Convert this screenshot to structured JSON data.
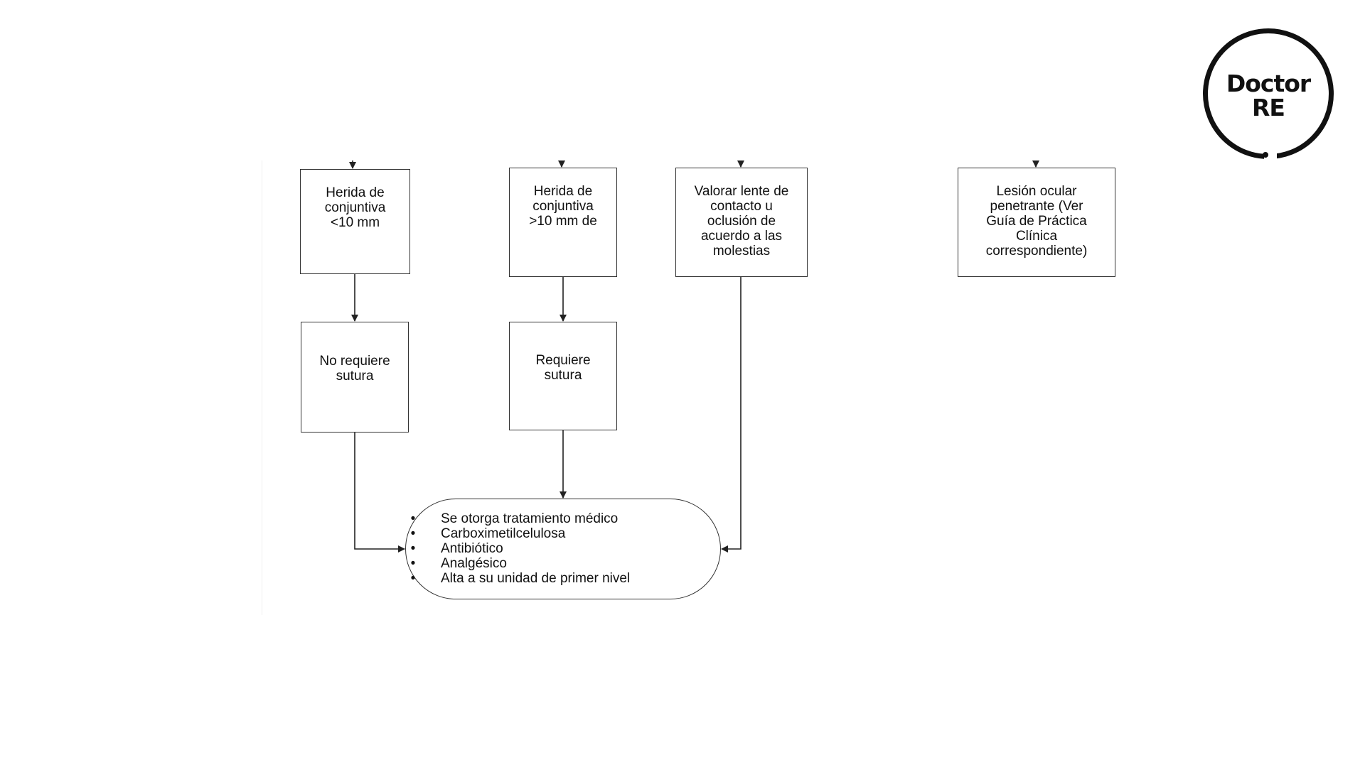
{
  "logo": {
    "text": "Doctor\nRE"
  },
  "flowchart": {
    "nodes": [
      {
        "id": "n1",
        "text": "Herida de\nconjuntiva\n<10 mm"
      },
      {
        "id": "n2",
        "text": "Herida de\nconjuntiva\n>10 mm de"
      },
      {
        "id": "n3",
        "text": "Valorar lente de\ncontacto u\noclusión de\nacuerdo a las\nmolestias"
      },
      {
        "id": "n4",
        "text": "Lesión ocular\npenetrante (Ver\nGuía de Práctica\nClínica\ncorrespondiente)"
      },
      {
        "id": "n5",
        "text": "No requiere\nsutura"
      },
      {
        "id": "n6",
        "text": "Requiere\nsutura"
      }
    ],
    "terminal": {
      "items": [
        "Se otorga tratamiento médico",
        "Carboximetilcelulosa",
        "Antibiótico",
        "Analgésico",
        "Alta a su unidad de primer nivel"
      ],
      "bullet": "•"
    },
    "edges": [
      {
        "from": "n1",
        "to": "n5"
      },
      {
        "from": "n2",
        "to": "n6"
      },
      {
        "from": "n5",
        "to": "terminal"
      },
      {
        "from": "n6",
        "to": "terminal"
      },
      {
        "from": "n3",
        "to": "terminal"
      }
    ]
  }
}
